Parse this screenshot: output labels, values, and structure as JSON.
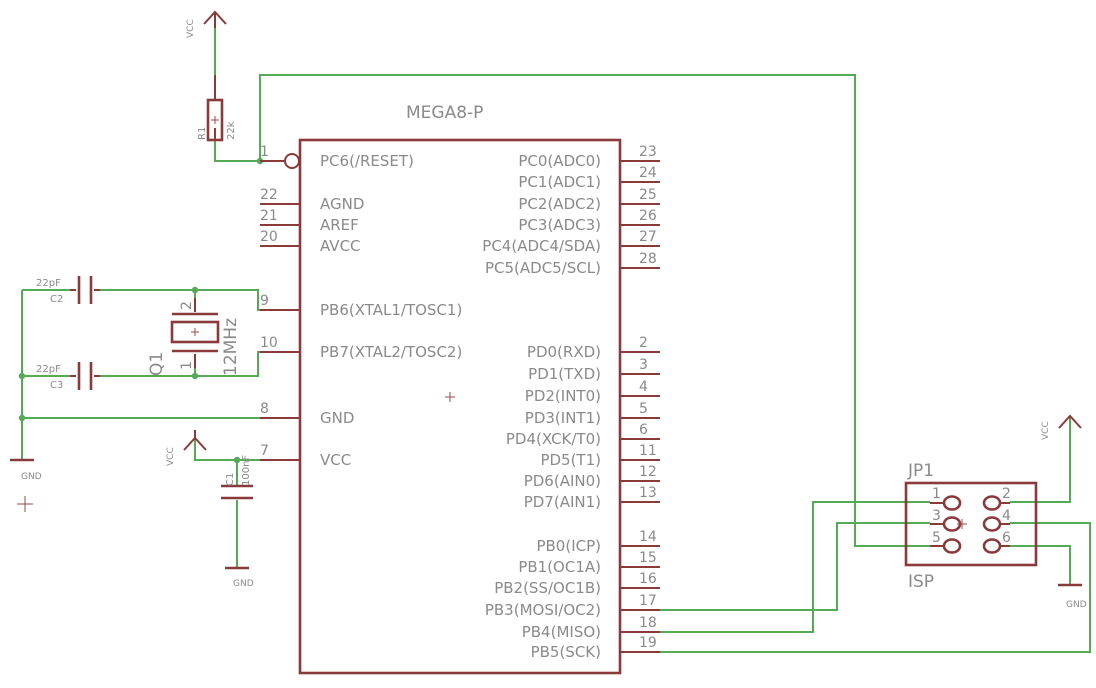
{
  "ic": {
    "name": "MEGA8-P",
    "left_pins": [
      {
        "num": "1",
        "label": "PC6(/RESET)"
      },
      {
        "num": "22",
        "label": "AGND"
      },
      {
        "num": "21",
        "label": "AREF"
      },
      {
        "num": "20",
        "label": "AVCC"
      },
      {
        "num": "9",
        "label": "PB6(XTAL1/TOSC1)"
      },
      {
        "num": "10",
        "label": "PB7(XTAL2/TOSC2)"
      },
      {
        "num": "8",
        "label": "GND"
      },
      {
        "num": "7",
        "label": "VCC"
      }
    ],
    "right_pins": [
      {
        "num": "23",
        "label": "PC0(ADC0)"
      },
      {
        "num": "24",
        "label": "PC1(ADC1)"
      },
      {
        "num": "25",
        "label": "PC2(ADC2)"
      },
      {
        "num": "26",
        "label": "PC3(ADC3)"
      },
      {
        "num": "27",
        "label": "PC4(ADC4/SDA)"
      },
      {
        "num": "28",
        "label": "PC5(ADC5/SCL)"
      },
      {
        "num": "2",
        "label": "PD0(RXD)"
      },
      {
        "num": "3",
        "label": "PD1(TXD)"
      },
      {
        "num": "4",
        "label": "PD2(INT0)"
      },
      {
        "num": "5",
        "label": "PD3(INT1)"
      },
      {
        "num": "6",
        "label": "PD4(XCK/T0)"
      },
      {
        "num": "11",
        "label": "PD5(T1)"
      },
      {
        "num": "12",
        "label": "PD6(AIN0)"
      },
      {
        "num": "13",
        "label": "PD7(AIN1)"
      },
      {
        "num": "14",
        "label": "PB0(ICP)"
      },
      {
        "num": "15",
        "label": "PB1(OC1A)"
      },
      {
        "num": "16",
        "label": "PB2(SS/OC1B)"
      },
      {
        "num": "17",
        "label": "PB3(MOSI/OC2)"
      },
      {
        "num": "18",
        "label": "PB4(MISO)"
      },
      {
        "num": "19",
        "label": "PB5(SCK)"
      }
    ]
  },
  "r1": {
    "name": "R1",
    "value": "22k"
  },
  "c1": {
    "name": "C1",
    "value": "100nF"
  },
  "c2": {
    "name": "C2",
    "value": "22pF"
  },
  "c3": {
    "name": "C3",
    "value": "22pF"
  },
  "q1": {
    "name": "Q1",
    "value": "12MHz",
    "pin_top": "2",
    "pin_bottom": "1"
  },
  "jp1": {
    "name": "JP1",
    "value": "ISP",
    "pins": [
      "1",
      "2",
      "3",
      "4",
      "5",
      "6"
    ]
  },
  "supply": {
    "vcc": "VCC",
    "gnd": "GND"
  }
}
